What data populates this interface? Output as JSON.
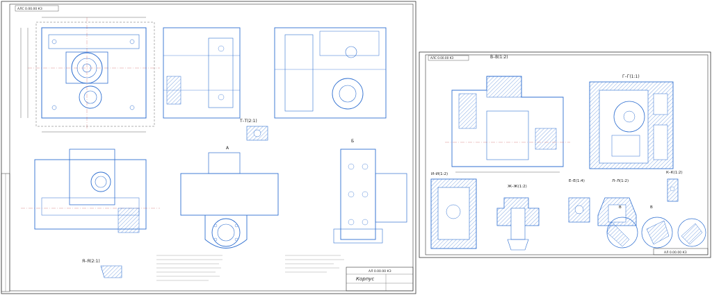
{
  "sheet1": {
    "stamp_topleft": "АЛС 0.00.00 КЗ",
    "title": "Корпус",
    "doc_code": "АЛ 0.00.00 КЗ",
    "views": {
      "section_t": "Т–Т(2:1)",
      "view_a": "А",
      "view_b": "Б",
      "section_ya": "Я–Я(2:1)"
    }
  },
  "sheet2": {
    "stamp_topleft": "АЛС 0.00.00 КЗ",
    "doc_code": "АЛ 0.00.00 КЗ",
    "views": {
      "section_v": "В–В(1:2)",
      "section_g": "Г–Г(1:1)",
      "section_i": "И–И(1:2)",
      "section_zh": "Ж–Ж(1:2)",
      "section_e": "Е–Е(1:4)",
      "section_l": "Л–Л(1:2)",
      "section_k": "К–К(1:2)",
      "view_v1": "В",
      "view_v2": "В"
    }
  },
  "colors": {
    "line_blue": "#2f6fd0",
    "line_dark": "#2b2b2b",
    "paper": "#ffffff"
  }
}
